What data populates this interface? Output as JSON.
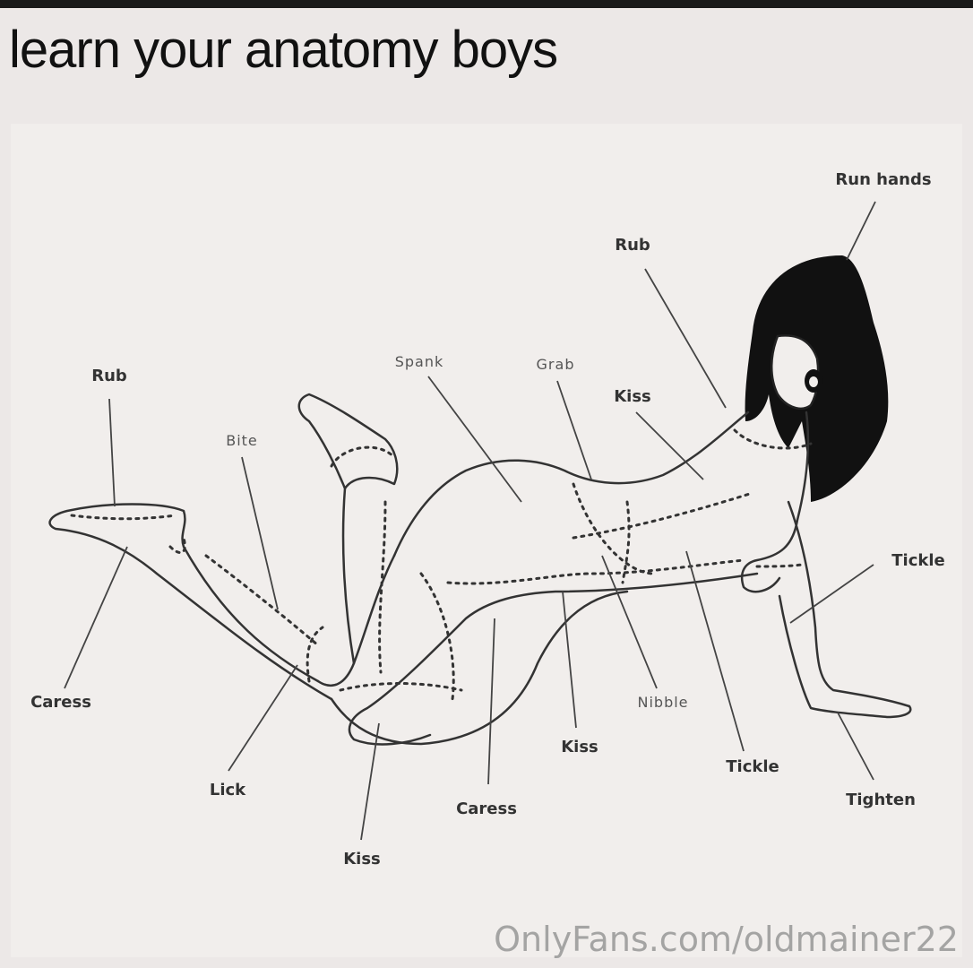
{
  "title": "learn your anatomy boys",
  "labels": {
    "run_hands": "Run hands",
    "rub_neck": "Rub",
    "rub_foot": "Rub",
    "spank": "Spank",
    "grab": "Grab",
    "kiss_chest": "Kiss",
    "bite": "Bite",
    "tickle_arm": "Tickle",
    "caress_foot": "Caress",
    "nibble": "Nibble",
    "kiss_waist": "Kiss",
    "tickle_side": "Tickle",
    "tighten": "Tighten",
    "lick": "Lick",
    "caress_thigh": "Caress",
    "kiss_knee": "Kiss"
  },
  "watermark": "OnlyFans.com/oldmainer22",
  "colors": {
    "background": "#ece8e7",
    "line": "#3a3a3a",
    "hair": "#111111"
  }
}
